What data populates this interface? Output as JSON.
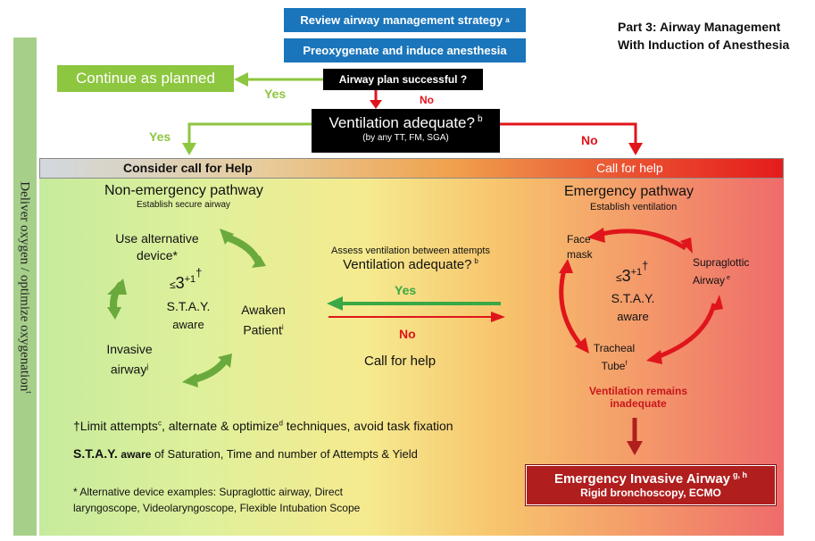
{
  "review": "Review airway management strategy",
  "review_sup": "a",
  "preox": "Preoxygenate and induce anesthesia",
  "part_line1": "Part 3: Airway Management",
  "part_line2": "With Induction of Anesthesia",
  "continue": "Continue as planned",
  "plan_q": "Airway plan successful ?",
  "yes1": "Yes",
  "no1": "No",
  "vent_q": "Ventilation adequate?",
  "vent_sup": "b",
  "vent_sub": "(by any TT, FM, SGA)",
  "yes2": "Yes",
  "no2": "No",
  "sidebar": "Deliver oxygen / optimize oxygenation",
  "sidebar_sup": "t",
  "consider": "Consider call for Help",
  "callhelp_top": "Call for help",
  "nonemerg_title": "Non-emergency pathway",
  "nonemerg_sub": "Establish secure airway",
  "alt_device1": "Use alternative",
  "alt_device2": "device*",
  "awaken1": "Awaken",
  "awaken2": "Patient",
  "awaken_sup": "i",
  "invasive1": "Invasive",
  "invasive2": "airway",
  "invasive_sup": "j",
  "le": "≤",
  "three": "3",
  "plus1": "+1",
  "dagger": "†",
  "stay": "S.T.A.Y.",
  "aware": "aware",
  "assess1": "Assess ventilation between attempts",
  "assess2": "Ventilation adequate?",
  "assess_sup": "b",
  "yes3": "Yes",
  "no3": "No",
  "callhelp_mid": "Call for help",
  "emerg_title": "Emergency pathway",
  "emerg_sub": "Establish ventilation",
  "face1": "Face",
  "face2": "mask",
  "sga1": "Supraglottic",
  "sga2": "Airway",
  "sga_sup": "e",
  "tube1": "Tracheal",
  "tube2": "Tube",
  "tube_sup": "f",
  "remains1": "Ventilation remains",
  "remains2": "inadequate",
  "limit_a": "†Limit attempts",
  "limit_sup_c": "c",
  "limit_b": ", alternate & optimize",
  "limit_sup_d": "d",
  "limit_c": " techniques, avoid task fixation",
  "stay_line_a": "S.T.A.Y.",
  "stay_line_b": "aware",
  "stay_line_c": "of Saturation, Time and number of Attempts & Yield",
  "alt_ex1": "* Alternative device examples: Supraglottic airway, Direct",
  "alt_ex2": "laryngoscope, Videolaryngoscope, Flexible Intubation Scope",
  "eia1": "Emergency Invasive Airway",
  "eia_sup": "g, h",
  "eia2": "Rigid bronchoscopy, ECMO",
  "colors": {
    "blue": "#1a75bb",
    "green": "#8dc63f",
    "red": "#e0151b",
    "darkred": "#b01e1e",
    "arrowgreen": "#6aaa3c"
  }
}
